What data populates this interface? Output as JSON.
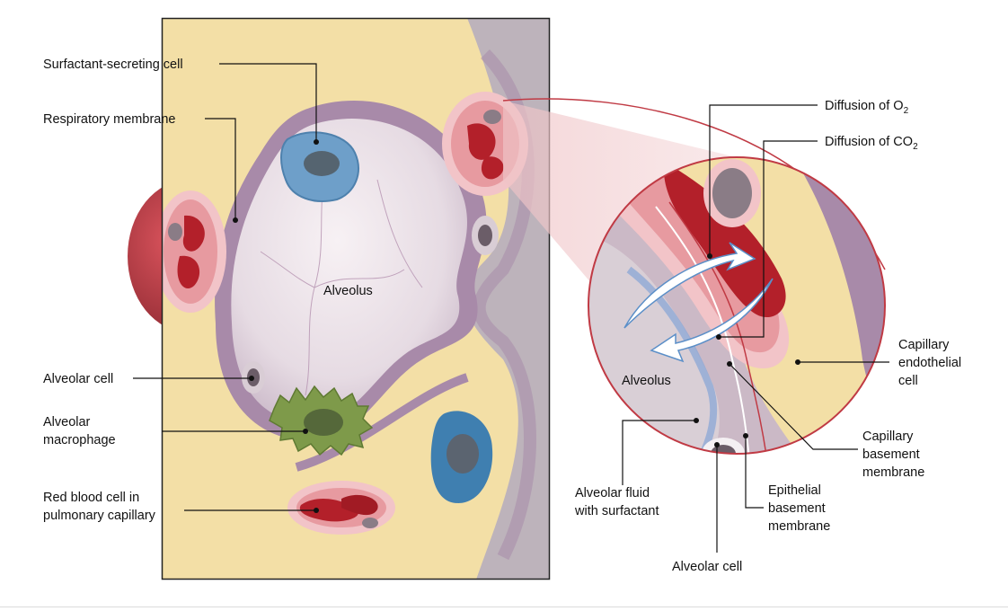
{
  "labels": {
    "surfactant_cell": "Surfactant-secreting cell",
    "respiratory_membrane": "Respiratory membrane",
    "alveolus_main": "Alveolus",
    "alveolar_cell_left": "Alveolar cell",
    "macrophage_line1": "Alveolar",
    "macrophage_line2": "macrophage",
    "rbc_line1": "Red blood cell in",
    "rbc_line2": "pulmonary capillary",
    "o2_text": "Diffusion of O",
    "o2_sub": "2",
    "co2_text": "Diffusion of CO",
    "co2_sub": "2",
    "alveolus_zoom": "Alveolus",
    "endothelial_line1": "Capillary",
    "endothelial_line2": "endothelial",
    "endothelial_line3": "cell",
    "cap_basement_line1": "Capillary",
    "cap_basement_line2": "basement",
    "cap_basement_line3": "membrane",
    "fluid_line1": "Alveolar fluid",
    "fluid_line2": "with surfactant",
    "epi_line1": "Epithelial",
    "epi_line2": "basement",
    "epi_line3": "membrane",
    "alveolar_cell_bottom": "Alveolar cell"
  },
  "colors": {
    "tissue": "#f3dfa6",
    "membrane": "#a88aa9",
    "alveolus_fill": "#ece4ea",
    "capillary": "#c63b45",
    "capillary_dark": "#8f2a32",
    "blood_cell": "#b3202a",
    "endothelium": "#f2c4c8",
    "surfactant_cell": "#6e9fc9",
    "macrophage": "#7e9a4a",
    "nucleus": "#6b5d68",
    "arrow": "#5b8fc8"
  }
}
